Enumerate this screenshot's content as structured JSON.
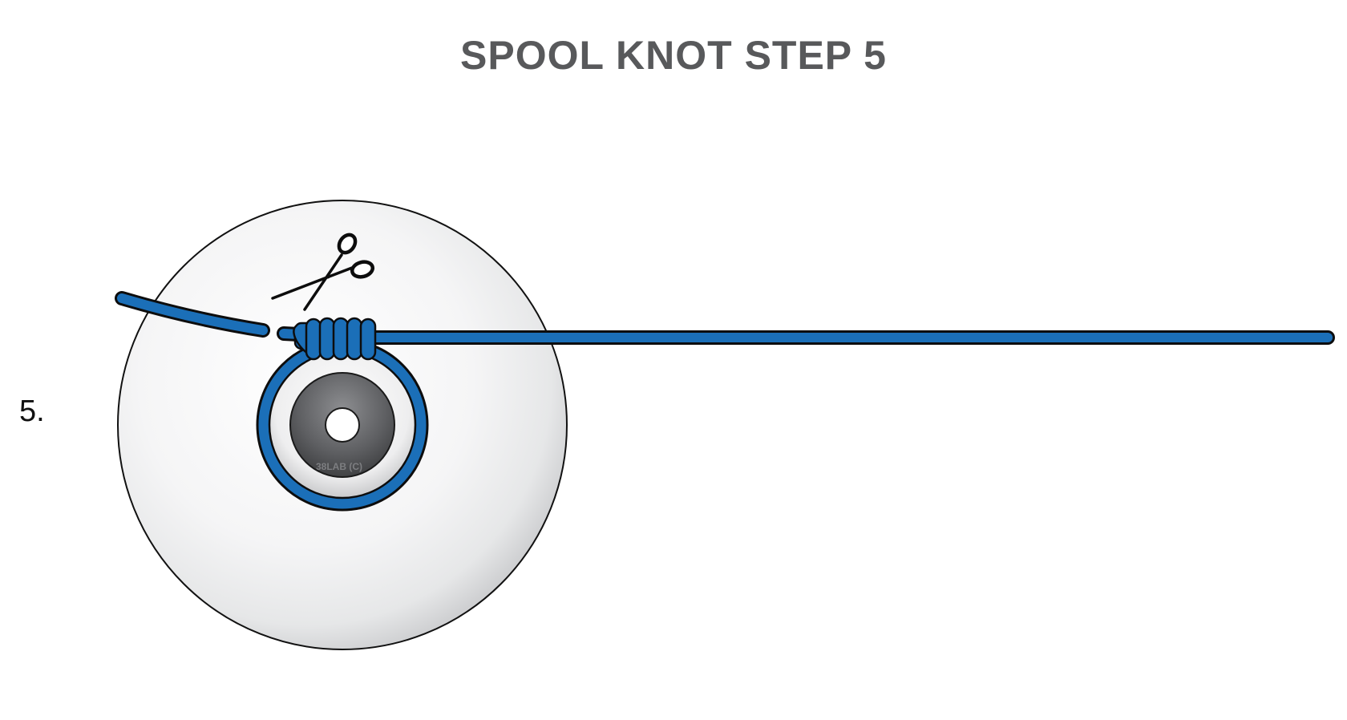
{
  "title": "SPOOL KNOT STEP 5",
  "step_label": "5.",
  "watermark": "38LAB (C)",
  "colors": {
    "line": "#1b6fb8",
    "outline": "#0d0d0d",
    "title": "#58595b",
    "spool_face": "#f2f2f3",
    "hub": "#5c5d60"
  },
  "icons": {
    "cut_marker": "scissors-icon"
  }
}
